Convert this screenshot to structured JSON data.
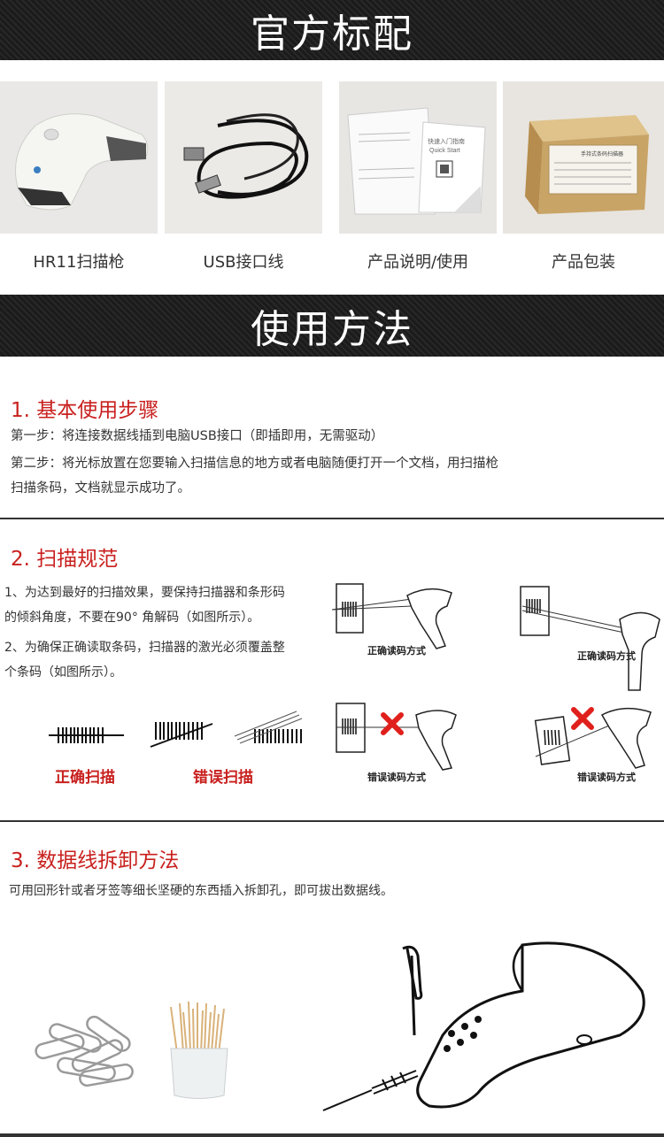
{
  "banners": {
    "standard_config": "官方标配",
    "usage": "使用方法"
  },
  "products": [
    {
      "label": "HR11扫描枪"
    },
    {
      "label": "USB接口线"
    },
    {
      "label": "产品说明/使用"
    },
    {
      "label": "产品包装"
    }
  ],
  "section1": {
    "title": "1. 基本使用步骤",
    "step1": "第一步：将连接数据线插到电脑USB接口（即插即用，无需驱动）",
    "step2_line1": "第二步：将光标放置在您要输入扫描信息的地方或者电脑随便打开一个文档，用扫描枪",
    "step2_line2": "扫描条码，文档就显示成功了。"
  },
  "section2": {
    "title": "2. 扫描规范",
    "rule1_line1": "1、为达到最好的扫描效果，要保持扫描器和条形码",
    "rule1_line2": "的倾斜角度，不要在90° 角解码（如图所示）。",
    "rule2_line1": "2、为确保正确读取条码，扫描器的激光必须覆盖整",
    "rule2_line2": "个条码（如图所示）。",
    "correct_scan": "正确扫描",
    "wrong_scan": "错误扫描",
    "correct_method": "正确读码方式",
    "wrong_method": "错误读码方式"
  },
  "section3": {
    "title": "3. 数据线拆卸方法",
    "desc": "可用回形针或者牙签等细长坚硬的东西插入拆卸孔，即可拔出数据线。"
  },
  "product_print": {
    "manual_title_cn": "快速入门指南",
    "manual_title_en": "Quick Start",
    "box_title": "手持式条码扫描器"
  },
  "colors": {
    "accent": "#c8201e",
    "banner": "#1b1b1b"
  }
}
